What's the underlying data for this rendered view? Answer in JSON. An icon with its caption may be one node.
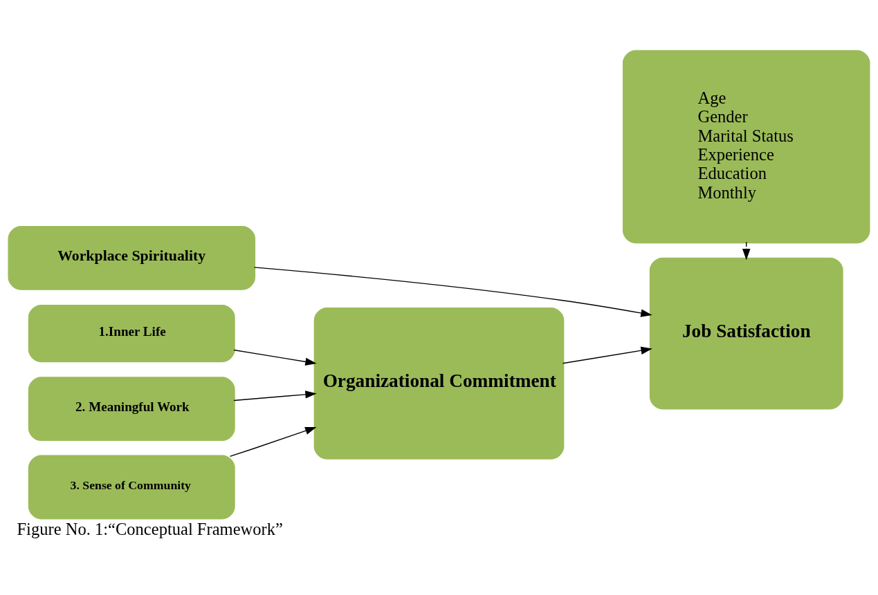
{
  "diagram": {
    "caption": "Figure No. 1:“Conceptual Framework”",
    "nodes": [
      {
        "text": [
          "Workplace Spirituality"
        ]
      },
      {
        "text": [
          "1.Inner Life"
        ]
      },
      {
        "text": [
          "2. Meaningful Work"
        ]
      },
      {
        "text": [
          "3. Sense of Community"
        ]
      },
      {
        "text": [
          "Organizational Commitment"
        ]
      },
      {
        "text": [
          "Job Satisfaction"
        ]
      },
      {
        "text": [
          "Age",
          "Gender",
          "Marital Status",
          "Experience",
          "Education",
          "Monthly"
        ]
      }
    ],
    "edges": [
      {
        "from": 0,
        "to": 5,
        "arrow": "to"
      },
      {
        "from": 1,
        "to": 4,
        "arrow": "to"
      },
      {
        "from": 2,
        "to": 4,
        "arrow": "to"
      },
      {
        "from": 3,
        "to": 4,
        "arrow": "to"
      },
      {
        "from": 4,
        "to": 5,
        "arrow": "to"
      },
      {
        "from": 6,
        "to": 5,
        "arrow": "to",
        "style": "dashed"
      }
    ]
  }
}
